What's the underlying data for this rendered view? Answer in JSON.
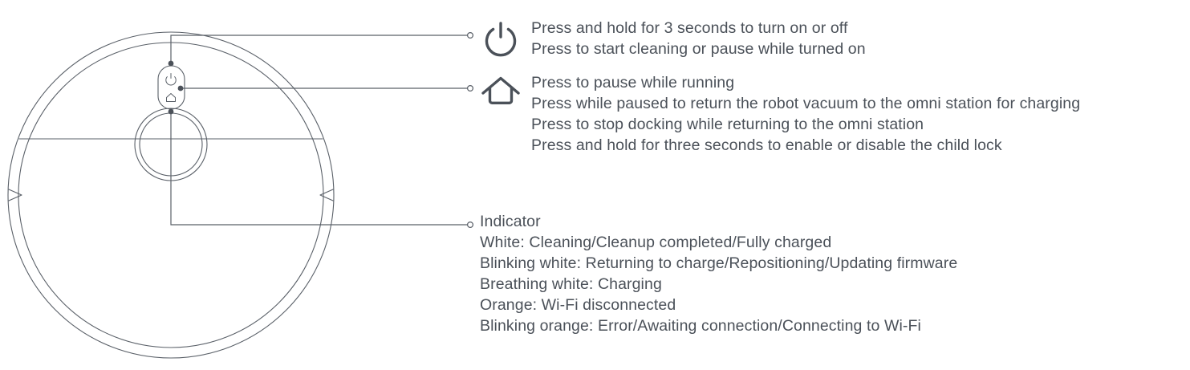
{
  "diagram": {
    "device_name": "robot-vacuum-top-view",
    "stroke_color": "#5a6068",
    "line_color": "#5a6068",
    "button_panel": {
      "buttons": [
        {
          "icon": "power-icon",
          "name": "power-button"
        },
        {
          "icon": "home-icon",
          "name": "home-button"
        }
      ]
    },
    "turret": {
      "name": "lidar-turret"
    },
    "callout_markers": [
      {
        "target": "power-button"
      },
      {
        "target": "home-button"
      },
      {
        "target": "indicator-light"
      }
    ]
  },
  "callouts": [
    {
      "id": "power",
      "icon": "power-icon",
      "lines": [
        "Press and hold for 3 seconds to turn on or off",
        "Press to start cleaning or pause while turned on"
      ]
    },
    {
      "id": "home",
      "icon": "home-icon",
      "lines": [
        "Press to pause while running",
        "Press while paused to return the robot vacuum to the omni station for charging",
        "Press to stop docking while returning to the omni station",
        "Press and hold for three seconds to enable or disable the child lock"
      ]
    },
    {
      "id": "indicator",
      "icon": "none",
      "lines": [
        "Indicator",
        "White: Cleaning/Cleanup completed/Fully charged",
        "Blinking white: Returning to charge/Repositioning/Updating firmware",
        "Breathing white: Charging",
        "Orange: Wi-Fi disconnected",
        "Blinking orange: Error/Awaiting connection/Connecting to Wi-Fi"
      ]
    }
  ]
}
